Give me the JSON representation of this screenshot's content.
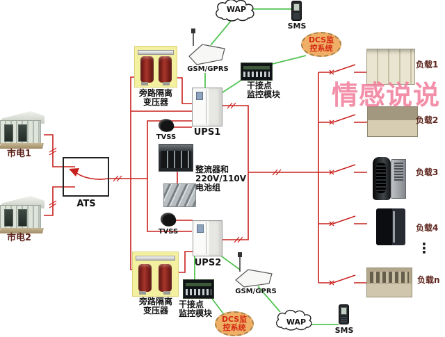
{
  "colors": {
    "line_red": "#c9201d",
    "line_green": "#53c453",
    "label_black": "#141414",
    "label_maroon": "#5d241c",
    "dcs_fill": "#f0af66",
    "dcs_border": "#a5814a",
    "dcs_text": "#d42a12",
    "watermark_pink": "#f27d9b",
    "transformer_bg": "#f3f0a0"
  },
  "watermark": {
    "text": "情感说说"
  },
  "mains1": {
    "label": "市电1"
  },
  "mains2": {
    "label": "市电2"
  },
  "ats": {
    "label": "ATS"
  },
  "transformer_top": {
    "line1": "旁路隔离",
    "line2": "变压器"
  },
  "transformer_bottom": {
    "line1": "旁路隔离",
    "line2": "变压器"
  },
  "tvss_top": {
    "label": "TVSS"
  },
  "tvss_bottom": {
    "label": "TVSS"
  },
  "rectifier": {
    "line1": "整流器和",
    "line2": "220V/110V",
    "line3": "电池组"
  },
  "ups1": {
    "label": "UPS1"
  },
  "ups2": {
    "label": "UPS2"
  },
  "gsm_top": {
    "label": "GSM/GPRS"
  },
  "gsm_bottom": {
    "label": "GSM/GPRS"
  },
  "wap_top": {
    "label": "WAP"
  },
  "wap_bottom": {
    "label": "WAP"
  },
  "sms_top": {
    "label": "SMS"
  },
  "sms_bottom": {
    "label": "SMS"
  },
  "dcs_top": {
    "line1": "DCS监",
    "line2": "控系统"
  },
  "dcs_bottom": {
    "line1": "DCS监",
    "line2": "控系统"
  },
  "module_top": {
    "line1": "干接点",
    "line2": "监控模块"
  },
  "module_bottom": {
    "line1": "干接点",
    "line2": "监控模块"
  },
  "loads": [
    {
      "label": "负载1"
    },
    {
      "label": "负载2"
    },
    {
      "label": "负载3"
    },
    {
      "label": "负载4"
    },
    {
      "label": "负载n"
    }
  ],
  "loads_ellipsis": "⋮"
}
